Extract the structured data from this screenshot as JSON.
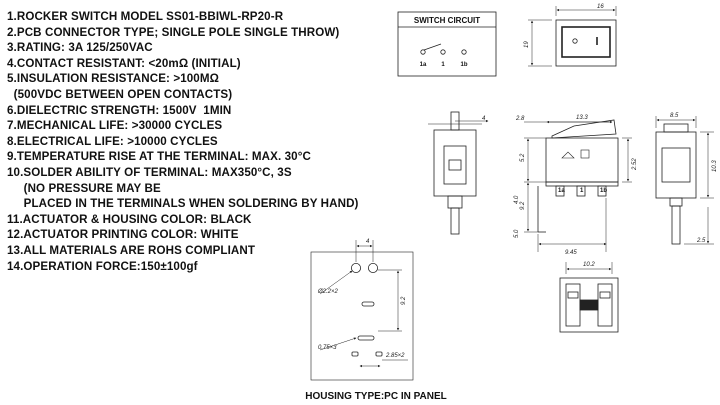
{
  "specs": [
    "1.ROCKER SWITCH MODEL SS01-BBIWL-RP20-R",
    "2.PCB CONNECTOR TYPE; SINGLE POLE SINGLE THROW)",
    "3.RATING: 3A 125/250VAC",
    "4.CONTACT RESISTANT: <20mΩ (INITIAL)",
    "5.INSULATION RESISTANCE: >100MΩ",
    "  (500VDC BETWEEN OPEN CONTACTS)",
    "6.DIELECTRIC STRENGTH: 1500V  1MIN",
    "7.MECHANICAL LIFE: >30000 CYCLES",
    "8.ELECTRICAL LIFE: >10000 CYCLES",
    "9.TEMPERATURE RISE AT THE TERMINAL: MAX. 30°C",
    "10.SOLDER ABILITY OF TERMINAL: MAX350°C, 3S",
    "     (NO PRESSURE MAY BE",
    "     PLACED IN THE TERMINALS WHEN SOLDERING BY HAND)",
    "11.ACTUATOR & HOUSING COLOR: BLACK",
    "12.ACTUATOR PRINTING COLOR: WHITE",
    "13.ALL MATERIALS ARE ROHS COMPLIANT",
    "14.OPERATION FORCE:150±100gf"
  ],
  "circuit": {
    "title": "SWITCH CIRCUIT",
    "pins": [
      "1a",
      "1",
      "1b"
    ]
  },
  "top_view": {
    "width": "16",
    "height": "19"
  },
  "side_view": {
    "dims": [
      "2.8",
      "13.3",
      "5.2",
      "9.2",
      "4.0",
      "5.0",
      "9.45",
      "2.52"
    ],
    "pins": [
      "1a",
      "1",
      "1b"
    ]
  },
  "end_view": {
    "dims": [
      "8.5",
      "10.3",
      "2.5"
    ]
  },
  "left_view": {
    "dims": [
      "4"
    ]
  },
  "pcb_view": {
    "dims": [
      "10.2"
    ]
  },
  "panel": {
    "dims": [
      "4",
      "Ø2.2×2",
      "9.2",
      "0.75×3",
      "2.85×2"
    ],
    "caption": "HOUSING TYPE:PC IN PANEL"
  }
}
